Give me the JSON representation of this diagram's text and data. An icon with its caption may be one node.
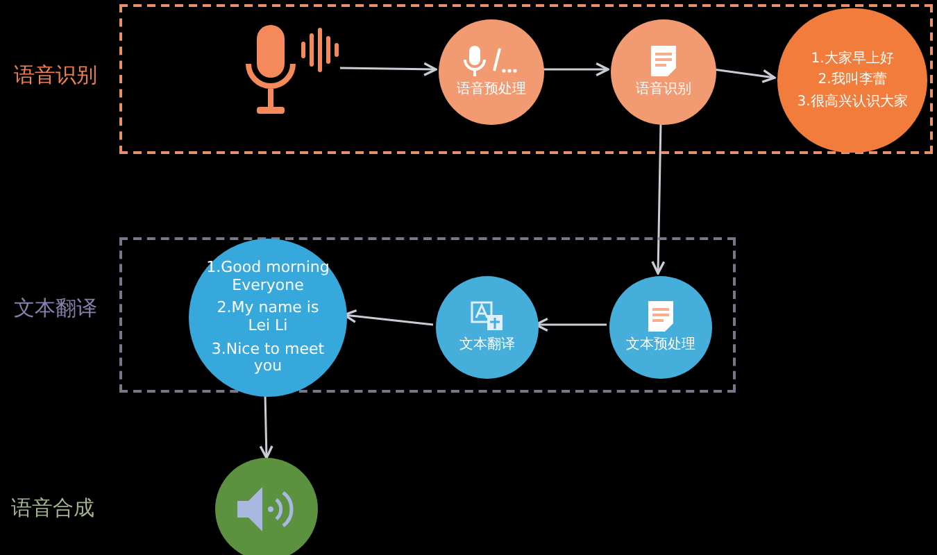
{
  "diagram": {
    "nodes": [
      {
        "text": [
          "语音识别"
        ]
      },
      {
        "text": [],
        "shape": "picture",
        "in": 0
      },
      {
        "text": [
          "语音预处理"
        ],
        "in": 0
      },
      {
        "text": [
          "语音识别"
        ],
        "in": 0
      },
      {
        "text": [
          "1.大家早上好",
          "2.我叫李蕾",
          "3.很高兴认识大家"
        ],
        "in": 0
      },
      {
        "text": [
          "文本翻译"
        ]
      },
      {
        "text": [
          "文本预处理"
        ],
        "in": 5
      },
      {
        "text": [
          "文本翻译"
        ],
        "in": 5
      },
      {
        "text": [
          "1.Good morning Everyone",
          "2.My name is Lei Li",
          "3.Nice to meet you"
        ],
        "in": 5
      },
      {
        "text": [],
        "shape": "circle"
      }
    ],
    "edges": [
      {
        "from": 1,
        "to": 2,
        "arrow": "to"
      },
      {
        "from": 2,
        "to": 3,
        "arrow": "to"
      },
      {
        "from": 3,
        "to": 4,
        "arrow": "to"
      },
      {
        "from": 3,
        "to": 6,
        "arrow": "to"
      },
      {
        "from": 6,
        "to": 7,
        "arrow": "to"
      },
      {
        "from": 7,
        "to": 8,
        "arrow": "to"
      },
      {
        "from": 8,
        "to": 9,
        "arrow": "to"
      }
    ],
    "labels": [
      "语音合成"
    ]
  }
}
